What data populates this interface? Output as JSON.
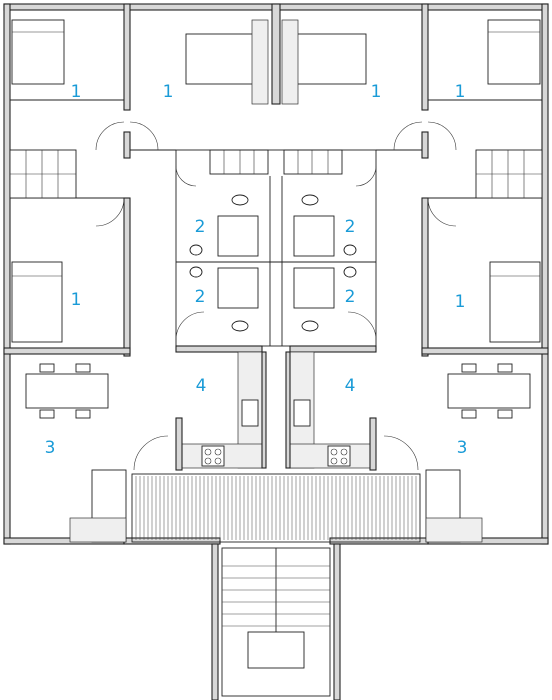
{
  "rooms": [
    {
      "label": "1"
    },
    {
      "label": "1"
    },
    {
      "label": "1"
    },
    {
      "label": "1"
    },
    {
      "label": "1"
    },
    {
      "label": "1"
    },
    {
      "label": "2"
    },
    {
      "label": "2"
    },
    {
      "label": "2"
    },
    {
      "label": "2"
    },
    {
      "label": "3"
    },
    {
      "label": "3"
    },
    {
      "label": "4"
    },
    {
      "label": "4"
    }
  ]
}
